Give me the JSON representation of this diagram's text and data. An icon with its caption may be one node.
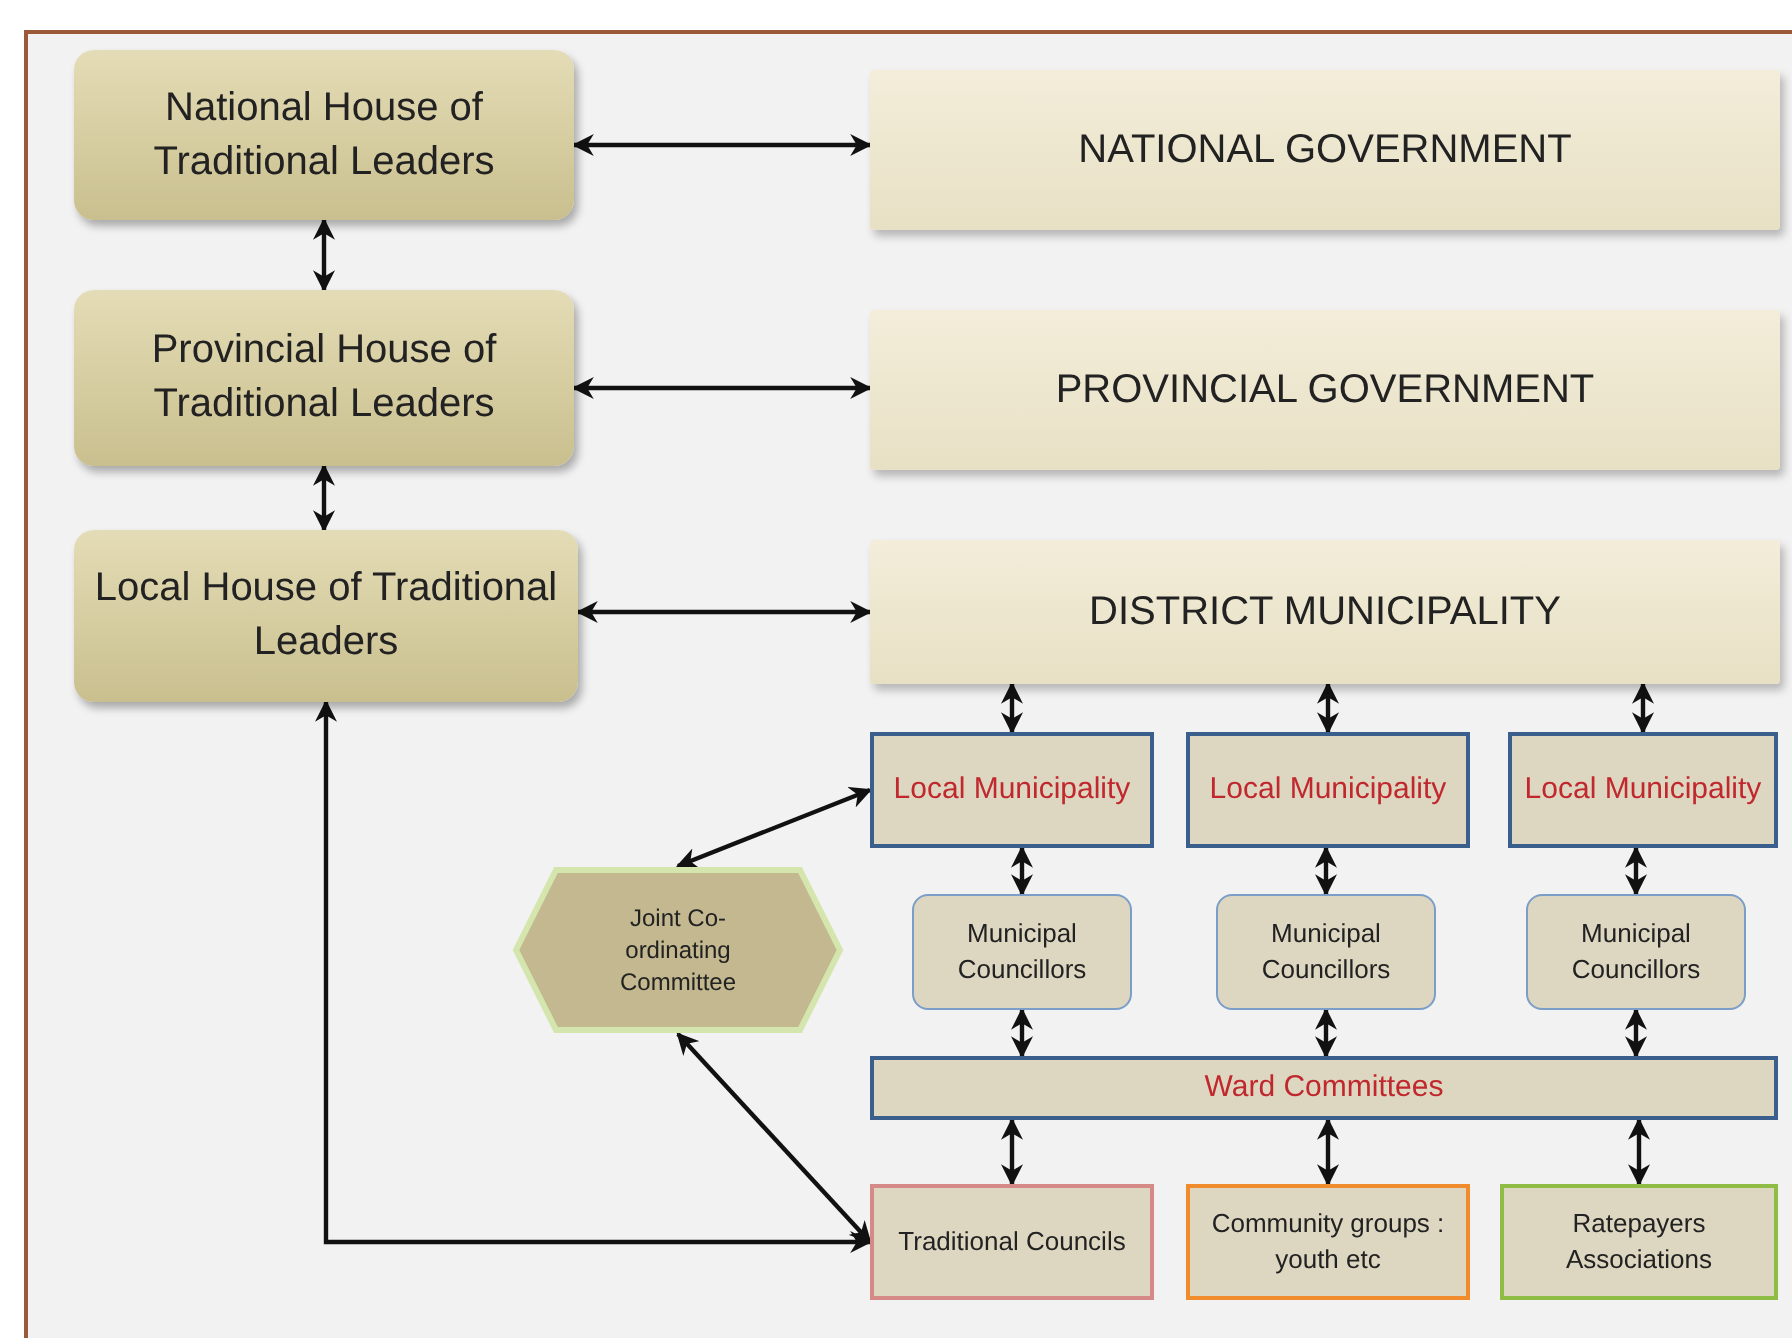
{
  "diagram": {
    "nodes": [
      {
        "text": [
          "National House of Traditional Leaders"
        ]
      },
      {
        "text": [
          "NATIONAL  GOVERNMENT"
        ]
      },
      {
        "text": [
          "Provincial House of Traditional Leaders"
        ]
      },
      {
        "text": [
          "PROVINCIAL GOVERNMENT"
        ]
      },
      {
        "text": [
          "Local  House of Traditional Leaders"
        ]
      },
      {
        "text": [
          "DISTRICT MUNICIPALITY"
        ]
      },
      {
        "text": [
          "Local Municipality"
        ]
      },
      {
        "text": [
          "Local Municipality"
        ]
      },
      {
        "text": [
          "Local Municipality"
        ]
      },
      {
        "text": [
          "Joint Co-ordinating Committee"
        ]
      },
      {
        "text": [
          "Municipal Councillors"
        ]
      },
      {
        "text": [
          "Municipal Councillors"
        ]
      },
      {
        "text": [
          "Municipal Councillors"
        ]
      },
      {
        "text": [
          "Ward Committees"
        ]
      },
      {
        "text": [
          "Traditional Councils"
        ]
      },
      {
        "text": [
          "Community groups : youth etc"
        ]
      },
      {
        "text": [
          "Ratepayers Associations"
        ]
      }
    ],
    "edges": [
      {
        "from": 0,
        "to": 1,
        "arrow": "both"
      },
      {
        "from": 0,
        "to": 2,
        "arrow": "both"
      },
      {
        "from": 2,
        "to": 3,
        "arrow": "both"
      },
      {
        "from": 2,
        "to": 4,
        "arrow": "both"
      },
      {
        "from": 4,
        "to": 5,
        "arrow": "both"
      },
      {
        "from": 5,
        "to": 6,
        "arrow": "both"
      },
      {
        "from": 5,
        "to": 7,
        "arrow": "both"
      },
      {
        "from": 5,
        "to": 8,
        "arrow": "both"
      },
      {
        "from": 6,
        "to": 9,
        "arrow": "both"
      },
      {
        "from": 6,
        "to": 10,
        "arrow": "both"
      },
      {
        "from": 7,
        "to": 11,
        "arrow": "both"
      },
      {
        "from": 8,
        "to": 12,
        "arrow": "both"
      },
      {
        "from": 10,
        "to": 13,
        "arrow": "both"
      },
      {
        "from": 11,
        "to": 13,
        "arrow": "both"
      },
      {
        "from": 12,
        "to": 13,
        "arrow": "both"
      },
      {
        "from": 13,
        "to": 14,
        "arrow": "both"
      },
      {
        "from": 13,
        "to": 15,
        "arrow": "both"
      },
      {
        "from": 13,
        "to": 16,
        "arrow": "both"
      },
      {
        "from": 9,
        "to": 14,
        "arrow": "both"
      },
      {
        "from": 4,
        "to": 14,
        "arrow": "both"
      }
    ]
  }
}
